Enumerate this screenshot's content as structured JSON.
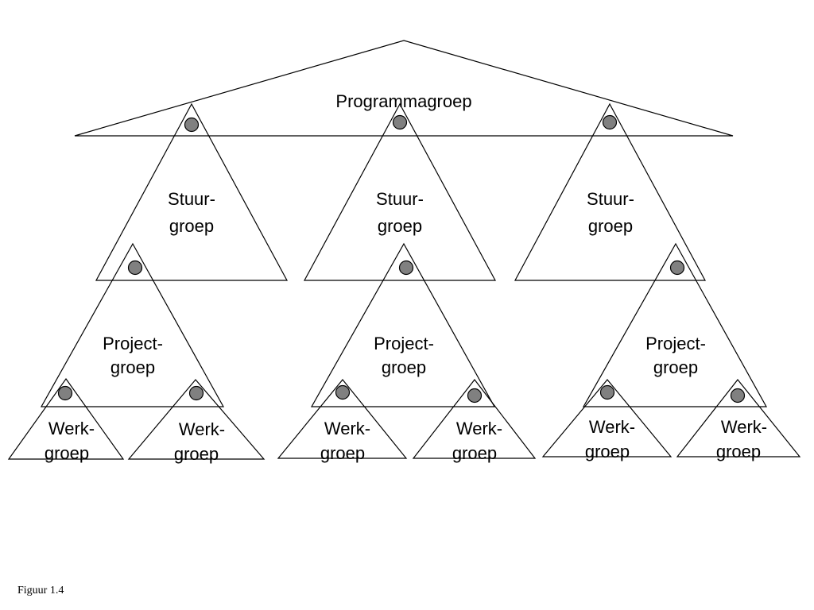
{
  "diagram": {
    "program": "Programmagroep",
    "steering": [
      "Stuur-",
      "groep"
    ],
    "project": [
      "Project-",
      "groep"
    ],
    "work": [
      "Werk-",
      "groep"
    ]
  },
  "caption": "Figuur 1.4",
  "colors": {
    "node_fill": "#808080",
    "line": "#000000",
    "background": "#ffffff"
  }
}
